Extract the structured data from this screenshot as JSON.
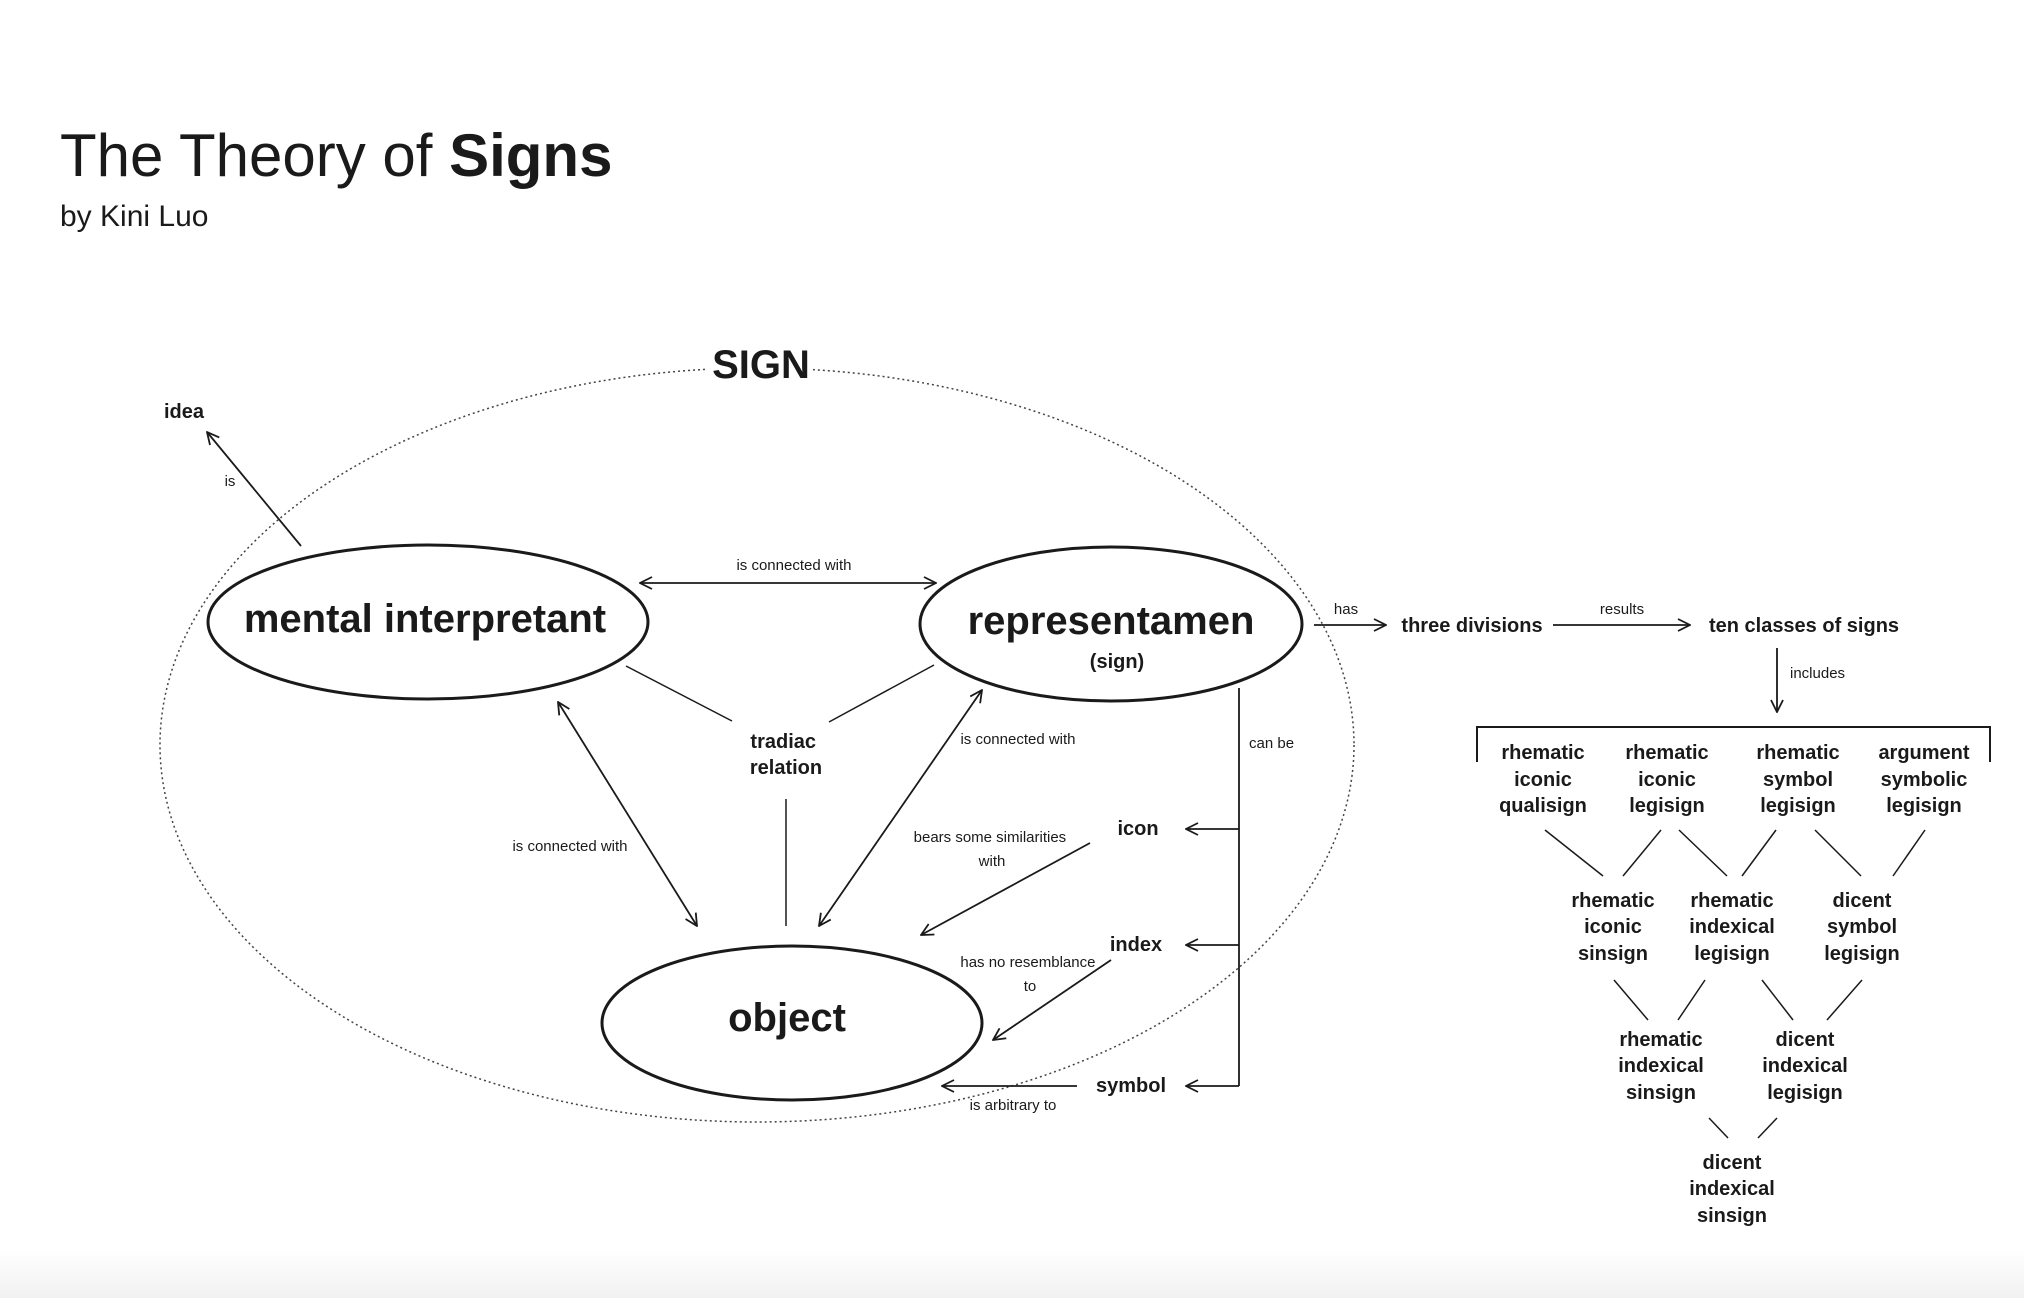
{
  "title": {
    "main": "The Theory of ",
    "bold": "Signs",
    "byline": "by Kini Luo"
  },
  "sign_label": "SIGN",
  "nodes": {
    "idea": "idea",
    "mental_interpretant": "mental interpretant",
    "representamen": "representamen",
    "representamen_sub": "(sign)",
    "object": "object",
    "tradiac_line1": "tradiac",
    "tradiac_line2": "relation",
    "three_divisions": "three divisions",
    "ten_classes": "ten classes of signs",
    "icon": "icon",
    "index": "index",
    "symbol": "symbol"
  },
  "edge_labels": {
    "is": "is",
    "connected_top": "is connected with",
    "connected_left": "is connected with",
    "connected_right": "is connected with",
    "has": "has",
    "results": "results",
    "includes": "includes",
    "can_be": "can be",
    "bears_line1": "bears some similarities",
    "bears_line2": "with",
    "no_resemblance_line1": "has no resemblance",
    "no_resemblance_line2": "to",
    "arbitrary": "is arbitrary to"
  },
  "classes": {
    "row1": [
      [
        "rhematic",
        "iconic",
        "qualisign"
      ],
      [
        "rhematic",
        "iconic",
        "legisign"
      ],
      [
        "rhematic",
        "symbol",
        "legisign"
      ],
      [
        "argument",
        "symbolic",
        "legisign"
      ]
    ],
    "row2": [
      [
        "rhematic",
        "iconic",
        "sinsign"
      ],
      [
        "rhematic",
        "indexical",
        "legisign"
      ],
      [
        "dicent",
        "symbol",
        "legisign"
      ]
    ],
    "row3": [
      [
        "rhematic",
        "indexical",
        "sinsign"
      ],
      [
        "dicent",
        "indexical",
        "legisign"
      ]
    ],
    "row4": [
      [
        "dicent",
        "indexical",
        "sinsign"
      ]
    ]
  }
}
